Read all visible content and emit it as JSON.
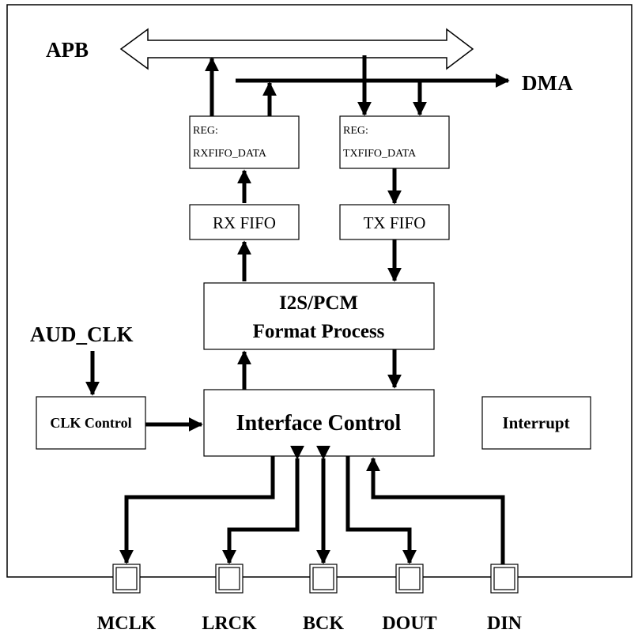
{
  "bus": {
    "apb": "APB",
    "dma": "DMA",
    "aud_clk": "AUD_CLK"
  },
  "blocks": {
    "reg_rx_line1": "REG:",
    "reg_rx_line2": "RXFIFO_DATA",
    "reg_tx_line1": "REG:",
    "reg_tx_line2": "TXFIFO_DATA",
    "rx_fifo": "RX FIFO",
    "tx_fifo": "TX FIFO",
    "format_line1": "I2S/PCM",
    "format_line2": "Format Process",
    "interface_control": "Interface Control",
    "clk_control": "CLK Control",
    "interrupt": "Interrupt"
  },
  "pins": [
    "MCLK",
    "LRCK",
    "BCK",
    "DOUT",
    "DIN"
  ]
}
